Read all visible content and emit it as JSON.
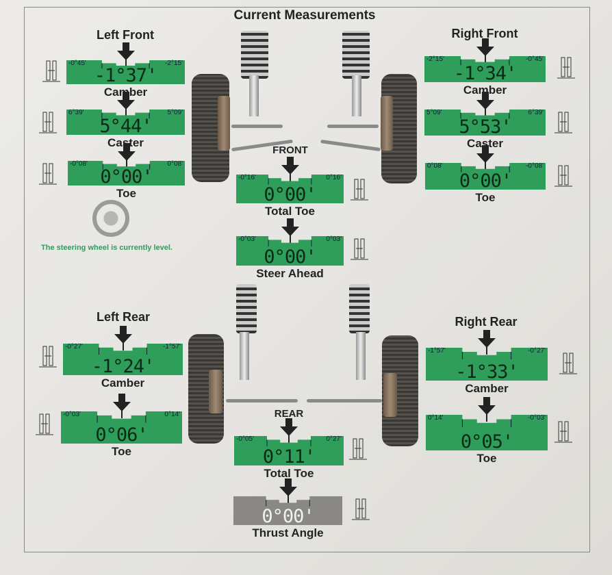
{
  "title": "Current Measurements",
  "colors": {
    "gauge_green": "#2e9e5a",
    "gauge_gray": "#8a8885",
    "value_text": "#0d2a18"
  },
  "sections": {
    "left_front": "Left Front",
    "right_front": "Right Front",
    "left_rear": "Left Rear",
    "right_rear": "Right Rear",
    "front": "FRONT",
    "rear": "REAR"
  },
  "steering_message": "The steering wheel is currently level.",
  "gauges": [
    {
      "id": "lf-camber",
      "label": "Camber",
      "min": "-0°45'",
      "max": "-2°15'",
      "value": "-1°37'",
      "color": "green",
      "icon": "camber-icon"
    },
    {
      "id": "lf-caster",
      "label": "Caster",
      "min": "6°39'",
      "max": "5°09'",
      "value": "5°44'",
      "color": "green",
      "icon": "caster-icon"
    },
    {
      "id": "lf-toe",
      "label": "Toe",
      "min": "-0°08'",
      "max": "0°08'",
      "value": "0°00'",
      "color": "green",
      "icon": "toe-icon"
    },
    {
      "id": "rf-camber",
      "label": "Camber",
      "min": "-2°15'",
      "max": "-0°45'",
      "value": "-1°34'",
      "color": "green",
      "icon": "camber-icon"
    },
    {
      "id": "rf-caster",
      "label": "Caster",
      "min": "5°09'",
      "max": "6°39'",
      "value": "5°53'",
      "color": "green",
      "icon": "caster-icon"
    },
    {
      "id": "rf-toe",
      "label": "Toe",
      "min": "0°08'",
      "max": "-0°08'",
      "value": "0°00'",
      "color": "green",
      "icon": "toe-icon"
    },
    {
      "id": "front-total-toe",
      "label": "Total Toe",
      "min": "-0°16'",
      "max": "0°16'",
      "value": "0°00'",
      "color": "green",
      "icon": "total-toe-icon"
    },
    {
      "id": "steer-ahead",
      "label": "Steer Ahead",
      "min": "-0°03'",
      "max": "0°03'",
      "value": "0°00'",
      "color": "green",
      "icon": "steer-ahead-icon"
    },
    {
      "id": "lr-camber",
      "label": "Camber",
      "min": "-0°27'",
      "max": "-1°57'",
      "value": "-1°24'",
      "color": "green",
      "icon": "camber-icon"
    },
    {
      "id": "lr-toe",
      "label": "Toe",
      "min": "-0°03'",
      "max": "0°14'",
      "value": "0°06'",
      "color": "green",
      "icon": "toe-icon"
    },
    {
      "id": "rr-camber",
      "label": "Camber",
      "min": "-1°57'",
      "max": "-0°27'",
      "value": "-1°33'",
      "color": "green",
      "icon": "camber-icon"
    },
    {
      "id": "rr-toe",
      "label": "Toe",
      "min": "0°14'",
      "max": "-0°03'",
      "value": "0°05'",
      "color": "green",
      "icon": "toe-icon"
    },
    {
      "id": "rear-total-toe",
      "label": "Total Toe",
      "min": "-0°05'",
      "max": "0°27'",
      "value": "0°11'",
      "color": "green",
      "icon": "total-toe-icon"
    },
    {
      "id": "thrust-angle",
      "label": "Thrust Angle",
      "min": "",
      "max": "",
      "value": "0°00'",
      "color": "gray",
      "icon": "thrust-angle-icon"
    }
  ]
}
